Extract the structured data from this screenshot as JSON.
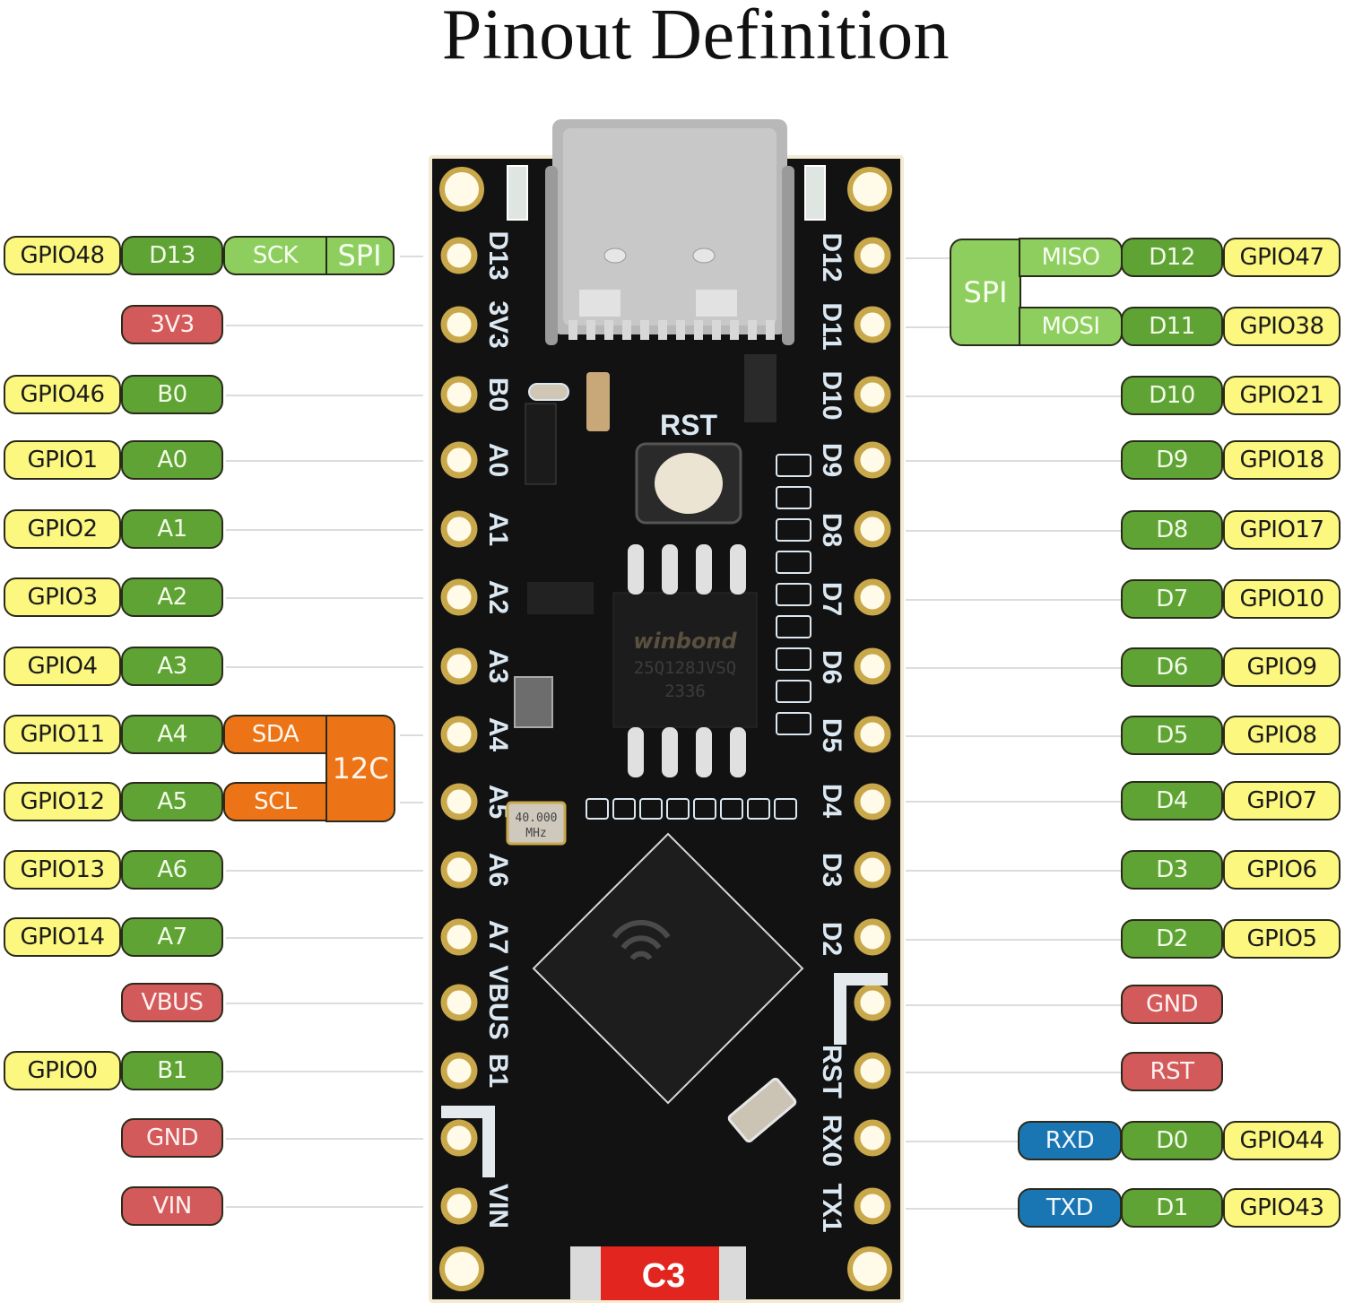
{
  "title": "Pinout Definition",
  "colors": {
    "gpio": "#fcf77e",
    "digital_analog": "#5fa334",
    "power": "#d35a5a",
    "spi": "#8ece5e",
    "i2c": "#ec7417",
    "uart": "#1a76b3",
    "pcb": "#111111",
    "pad_gold": "#c9a84c"
  },
  "left_pins": [
    {
      "gpio": "GPIO48",
      "pin": "D13",
      "func": "SCK",
      "func_group": "SPI"
    },
    {
      "pin": "3V3",
      "type": "power"
    },
    {
      "gpio": "GPIO46",
      "pin": "B0"
    },
    {
      "gpio": "GPIO1",
      "pin": "A0"
    },
    {
      "gpio": "GPIO2",
      "pin": "A1"
    },
    {
      "gpio": "GPIO3",
      "pin": "A2"
    },
    {
      "gpio": "GPIO4",
      "pin": "A3"
    },
    {
      "gpio": "GPIO11",
      "pin": "A4",
      "func": "SDA",
      "func_group": "I2C"
    },
    {
      "gpio": "GPIO12",
      "pin": "A5",
      "func": "SCL",
      "func_group": "I2C"
    },
    {
      "gpio": "GPIO13",
      "pin": "A6"
    },
    {
      "gpio": "GPIO14",
      "pin": "A7"
    },
    {
      "pin": "VBUS",
      "type": "power"
    },
    {
      "gpio": "GPIO0",
      "pin": "B1"
    },
    {
      "pin": "GND",
      "type": "power"
    },
    {
      "pin": "VIN",
      "type": "power"
    }
  ],
  "right_pins": [
    {
      "pin": "D12",
      "gpio": "GPIO47",
      "func": "MISO",
      "func_group": "SPI"
    },
    {
      "pin": "D11",
      "gpio": "GPIO38",
      "func": "MOSI",
      "func_group": "SPI"
    },
    {
      "pin": "D10",
      "gpio": "GPIO21"
    },
    {
      "pin": "D9",
      "gpio": "GPIO18"
    },
    {
      "pin": "D8",
      "gpio": "GPIO17"
    },
    {
      "pin": "D7",
      "gpio": "GPIO10"
    },
    {
      "pin": "D6",
      "gpio": "GPIO9"
    },
    {
      "pin": "D5",
      "gpio": "GPIO8"
    },
    {
      "pin": "D4",
      "gpio": "GPIO7"
    },
    {
      "pin": "D3",
      "gpio": "GPIO6"
    },
    {
      "pin": "D2",
      "gpio": "GPIO5"
    },
    {
      "pin": "GND",
      "type": "power"
    },
    {
      "pin": "RST",
      "type": "power"
    },
    {
      "pin": "D0",
      "gpio": "GPIO44",
      "func": "RXD",
      "func_group": "UART"
    },
    {
      "pin": "D1",
      "gpio": "GPIO43",
      "func": "TXD",
      "func_group": "UART"
    }
  ],
  "groups": {
    "spi_left": "SPI",
    "spi_right": "SPI",
    "i2c": "12C"
  },
  "board": {
    "silk_left": [
      "D13",
      "3V3",
      "B0",
      "A0",
      "A1",
      "A2",
      "A3",
      "A4",
      "A5",
      "A6",
      "A7",
      "VBUS",
      "B1",
      "",
      "VIN"
    ],
    "silk_right": [
      "D12",
      "D11",
      "D10",
      "D9",
      "D8",
      "D7",
      "D6",
      "D5",
      "D4",
      "D3",
      "D2",
      "",
      "RST",
      "RX0",
      "TX1"
    ],
    "reset_label": "RST",
    "flash_chip": {
      "brand": "winbond",
      "part": "25Q128JVSQ",
      "date": "2336"
    },
    "crystal": {
      "line1": "40.000",
      "line2": "MHz"
    },
    "model_badge": "C3"
  }
}
